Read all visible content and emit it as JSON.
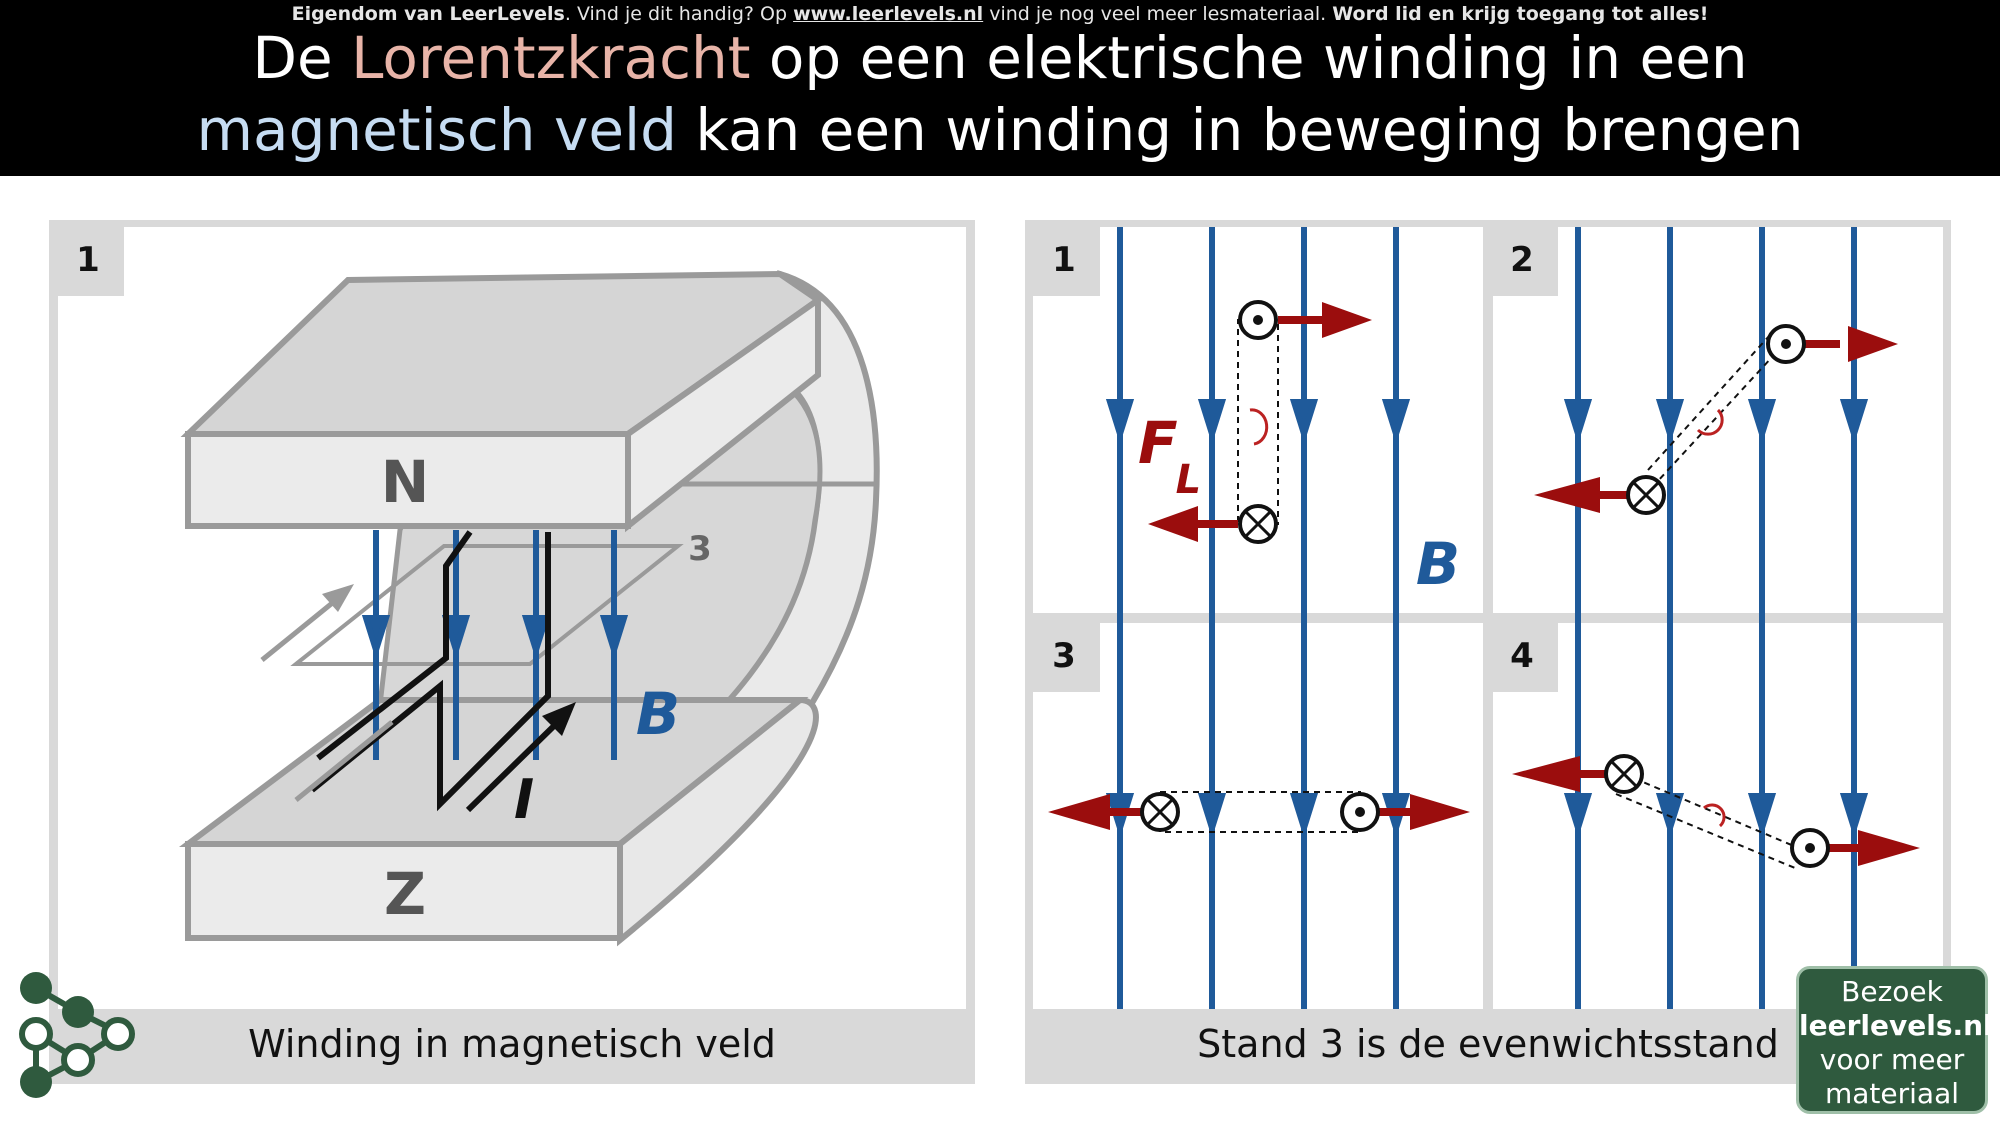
{
  "header": {
    "notice_owner": "Eigendom van LeerLevels",
    "notice_mid": ". Vind je dit handig? Op ",
    "notice_url": "www.leerlevels.nl",
    "notice_tail": " vind je nog veel meer lesmateriaal. ",
    "notice_cta": "Word lid en krijg toegang tot alles!",
    "title_1a": "De ",
    "title_1b": "Lorentzkracht",
    "title_1c": " op een elektrische winding in een",
    "title_2a": "magnetisch veld",
    "title_2b": " kan een winding in beweging brengen"
  },
  "left_panel": {
    "badge": "1",
    "pole_north": "N",
    "pole_south": "Z",
    "plane_label": "3",
    "field_label": "B",
    "current_label": "I",
    "caption": "Winding in magnetisch veld"
  },
  "right_panel": {
    "badges": [
      "1",
      "2",
      "3",
      "4"
    ],
    "force_label_main": "F",
    "force_label_sub": "L",
    "field_label": "B",
    "caption": "Stand 3 is de evenwichtsstand"
  },
  "cta": {
    "line1": "Bezoek",
    "line2": "leerlevels.nl",
    "line3": "voor meer",
    "line4": "materiaal"
  },
  "colors": {
    "field_blue": "#1f5a9a",
    "force_red": "#9b0d0d",
    "magnet_fill": "#eaeaea",
    "magnet_stroke": "#9a9a9a",
    "logo_green": "#2f5a3e"
  }
}
